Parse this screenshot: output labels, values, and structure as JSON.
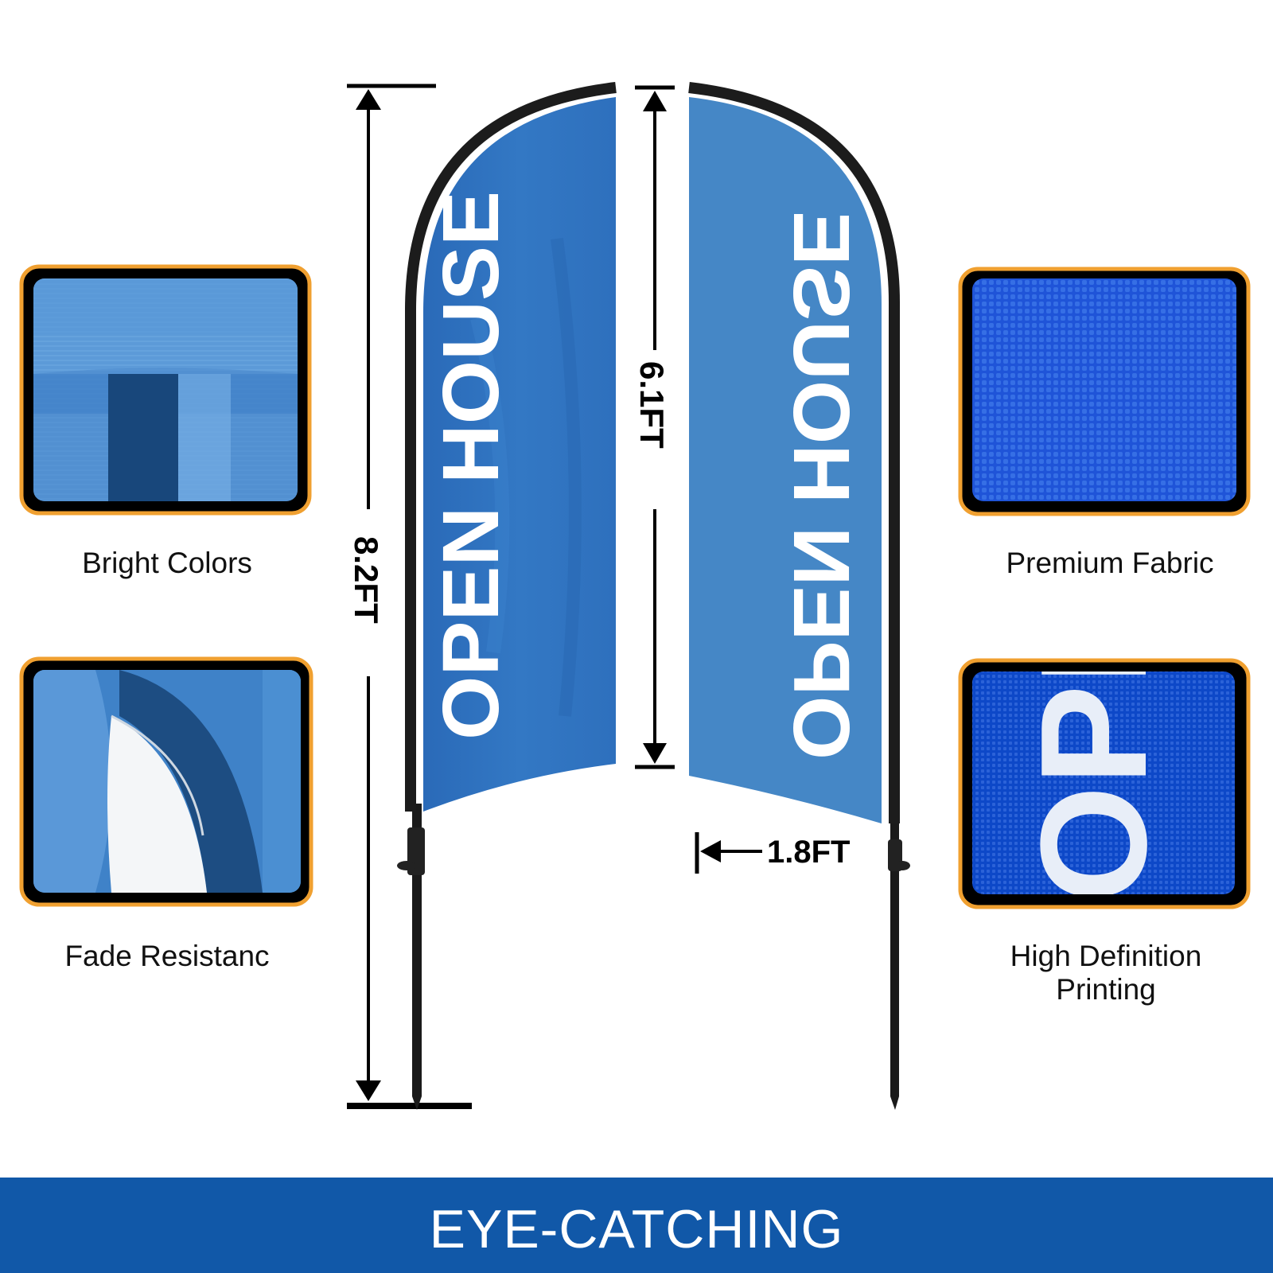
{
  "features": {
    "bright_colors": "Bright Colors",
    "fade_resistance": "Fade Resistanc",
    "premium_fabric": "Premium Fabric",
    "hd_printing_line1": "High Definition",
    "hd_printing_line2": "Printing"
  },
  "dimensions": {
    "total_height": "8.2FT",
    "flag_height": "6.1FT",
    "flag_width": "1.8FT"
  },
  "flag_text": "OPEN HOUSE",
  "swatch_text": "OPE",
  "banner": {
    "text": "EYE-CATCHING"
  },
  "colors": {
    "flag_front": "#2f74c0",
    "flag_back": "#4587c6",
    "frame_border": "#f0a030",
    "banner": "#1158a8",
    "fabric_blue": "#1f55d8"
  }
}
